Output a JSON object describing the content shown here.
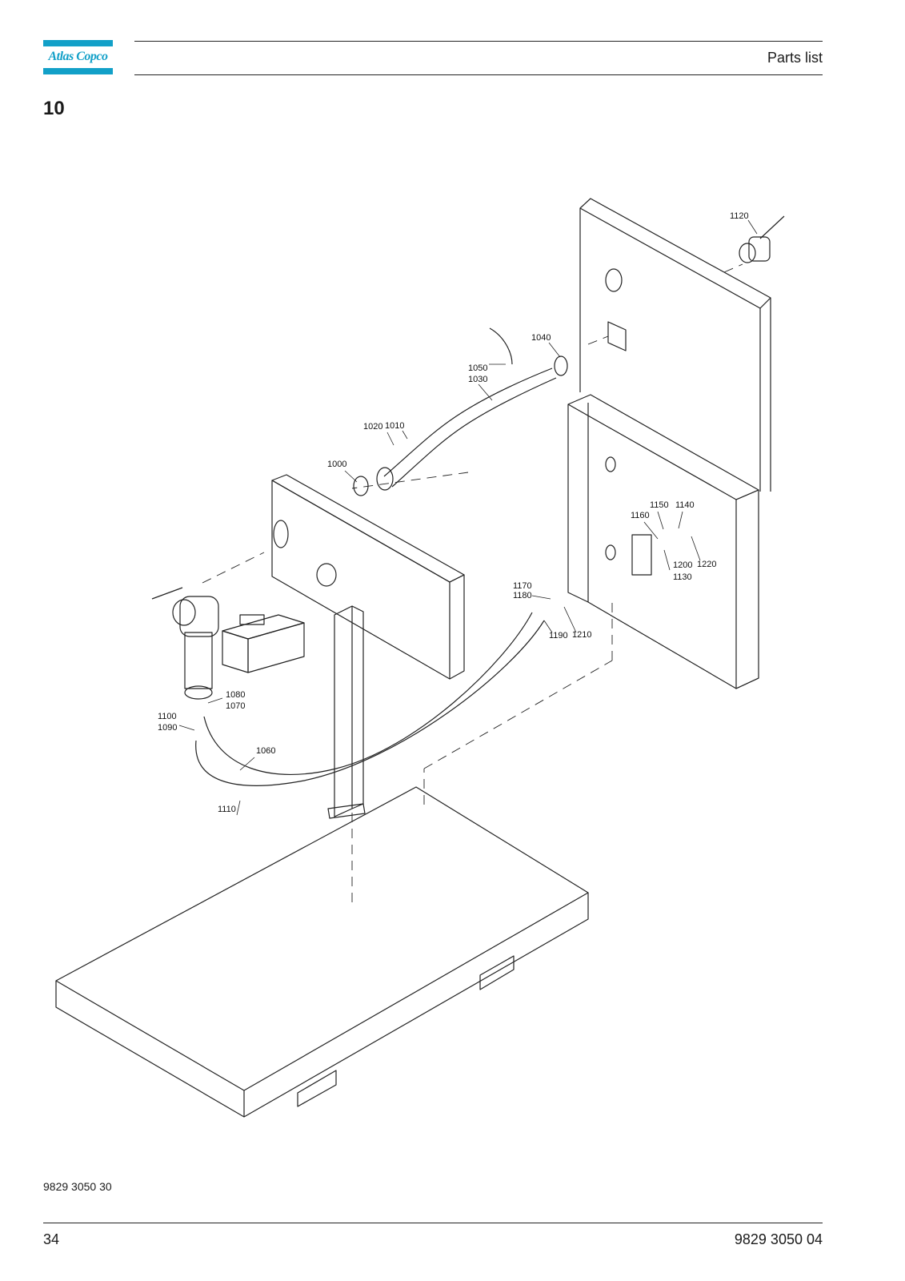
{
  "header": {
    "brand": "Atlas Copco",
    "title": "Parts list",
    "brand_color": "#12a0c8"
  },
  "section": {
    "number": "10"
  },
  "drawing": {
    "callouts": [
      "1000",
      "1010",
      "1020",
      "1030",
      "1040",
      "1050",
      "1060",
      "1070",
      "1080",
      "1090",
      "1100",
      "1110",
      "1120",
      "1130",
      "1140",
      "1150",
      "1160",
      "1170",
      "1180",
      "1190",
      "1200",
      "1210",
      "1220"
    ]
  },
  "footer": {
    "drawing_ref": "9829 3050 30",
    "page": "34",
    "doc_number": "9829 3050 04"
  }
}
